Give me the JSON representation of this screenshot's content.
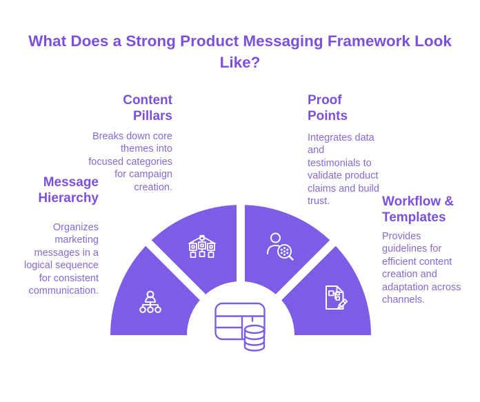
{
  "title": "What Does a Strong Product Messaging Framework Look Like?",
  "colors": {
    "heading": "#7B50DC",
    "body": "#8868D4",
    "segment": "#7D5CE6",
    "background": "#FFFFFF",
    "icon": "#FFFFFF"
  },
  "sections": [
    {
      "heading": "Message Hierarchy",
      "description": "Organizes marketing messages in a logical sequence for consistent communication.",
      "icon": "org-chart-icon"
    },
    {
      "heading": "Content Pillars",
      "description": "Breaks down core themes into focused categories for campaign creation.",
      "icon": "sitemap-icon"
    },
    {
      "heading": "Proof Points",
      "description": "Integrates data and testimonials to validate product claims and build trust.",
      "icon": "person-magnifier-icon"
    },
    {
      "heading": "Workflow & Templates",
      "description": "Provides guidelines for efficient content creation and adaptation across channels.",
      "icon": "document-pencil-icon"
    }
  ],
  "center_icon": "table-database-icon"
}
